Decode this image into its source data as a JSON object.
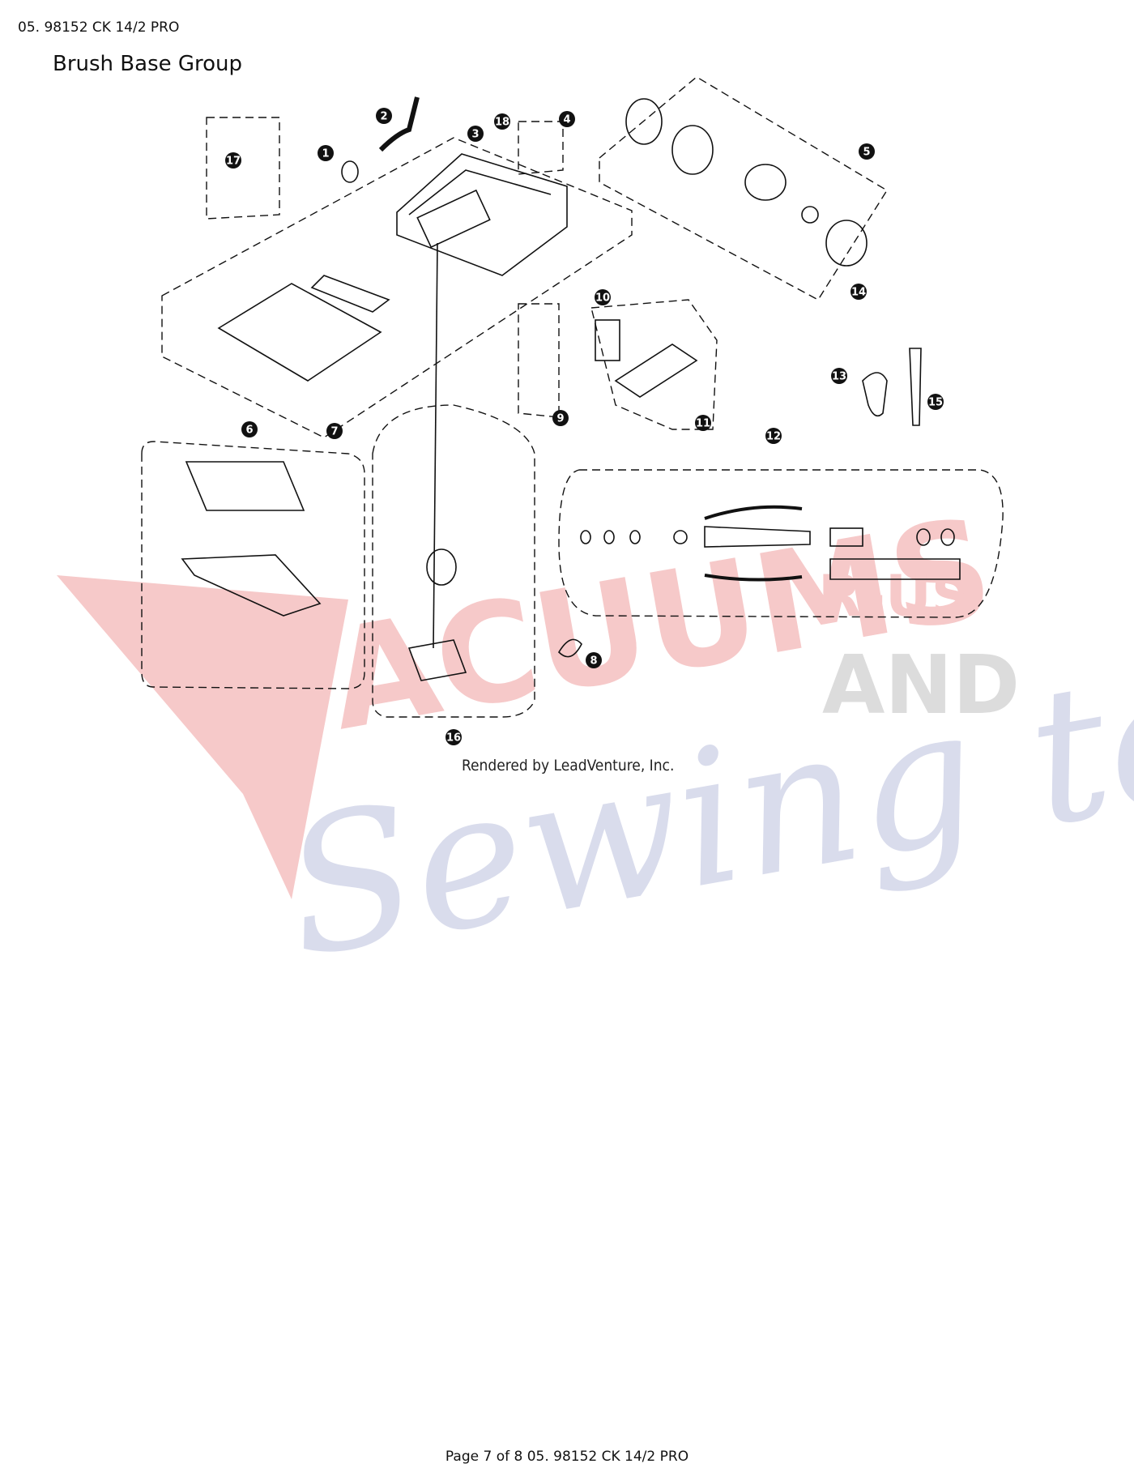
{
  "header": {
    "doc_ref": "05. 98152 CK 14/2 PRO"
  },
  "page_title": "Brush Base Group",
  "diagram": {
    "callouts": [
      "1",
      "2",
      "3",
      "4",
      "5",
      "6",
      "7",
      "8",
      "9",
      "10",
      "11",
      "12",
      "13",
      "14",
      "15",
      "16",
      "17",
      "18"
    ],
    "credit": "Rendered by LeadVenture, Inc."
  },
  "watermark": {
    "brand_main": "ACUUMS",
    "brand_v": "V",
    "brand_r_us": "R-US",
    "brand_and": "AND",
    "brand_script": "Sewing too",
    "colors": {
      "red": "#f6c9c9",
      "gray": "#dcdcdc",
      "blue": "#d9dcec"
    }
  },
  "footer": {
    "text": "Page 7 of 8 05. 98152 CK 14/2 PRO"
  }
}
